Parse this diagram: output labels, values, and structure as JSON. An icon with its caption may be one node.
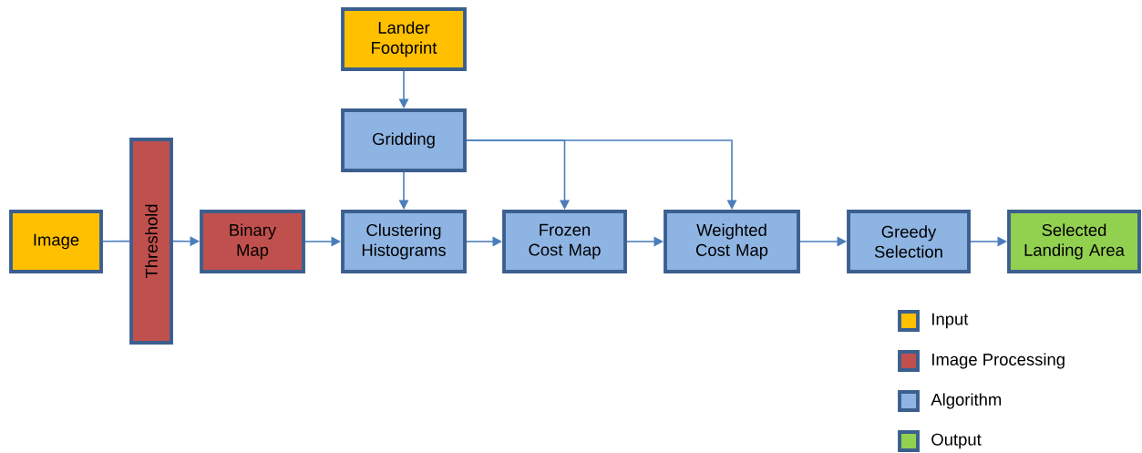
{
  "diagram": {
    "nodes": [
      {
        "text": [
          "Lander Footprint"
        ]
      },
      {
        "text": [
          "Gridding"
        ]
      },
      {
        "text": [
          "Image"
        ]
      },
      {
        "text": [
          "Threshold"
        ]
      },
      {
        "text": [
          "Binary Map"
        ]
      },
      {
        "text": [
          "Clustering Histograms"
        ]
      },
      {
        "text": [
          "Frozen Cost Map"
        ]
      },
      {
        "text": [
          "Weighted Cost Map"
        ]
      },
      {
        "text": [
          "Greedy Selection"
        ]
      },
      {
        "text": [
          "Selected Landing Area"
        ]
      }
    ],
    "edges": [
      {
        "from": 0,
        "to": 1,
        "arrow": "to"
      },
      {
        "from": 1,
        "to": 5,
        "arrow": "to"
      },
      {
        "from": 1,
        "to": 6,
        "arrow": "to"
      },
      {
        "from": 1,
        "to": 7,
        "arrow": "to"
      },
      {
        "from": 2,
        "to": 3,
        "arrow": "none"
      },
      {
        "from": 3,
        "to": 4,
        "arrow": "to"
      },
      {
        "from": 4,
        "to": 5,
        "arrow": "to"
      },
      {
        "from": 5,
        "to": 6,
        "arrow": "to"
      },
      {
        "from": 6,
        "to": 7,
        "arrow": "to"
      },
      {
        "from": 7,
        "to": 8,
        "arrow": "to"
      },
      {
        "from": 8,
        "to": 9,
        "arrow": "to"
      }
    ],
    "legend": [
      {
        "text": "Input",
        "color": "#ffc000"
      },
      {
        "text": "Image Processing",
        "color": "#c0504d"
      },
      {
        "text": "Algorithm",
        "color": "#8eb4e3"
      },
      {
        "text": "Output",
        "color": "#92d050"
      }
    ]
  }
}
